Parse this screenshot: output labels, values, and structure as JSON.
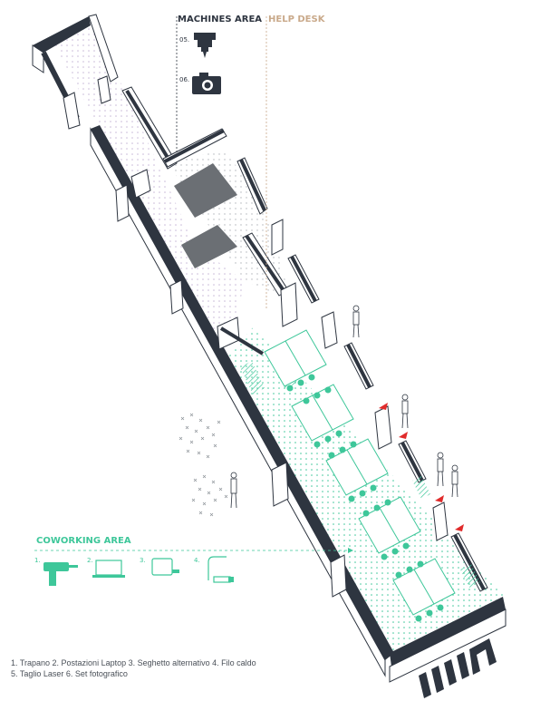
{
  "labels": {
    "machines_area": "MACHINES AREA",
    "help_desk": "HELP DESK",
    "coworking_area": "COWORKING AREA"
  },
  "machines_icons": [
    {
      "number": "05.",
      "icon": "laser-cutter-icon"
    },
    {
      "number": "06.",
      "icon": "camera-icon"
    }
  ],
  "coworking_icons": [
    {
      "number": "1.",
      "icon": "drill-icon"
    },
    {
      "number": "2.",
      "icon": "laptop-icon"
    },
    {
      "number": "3.",
      "icon": "jigsaw-icon"
    },
    {
      "number": "4.",
      "icon": "hot-wire-icon"
    }
  ],
  "legend": {
    "line1": "1. Trapano 2. Postazioni Laptop 3. Seghetto alternativo 4. Filo caldo",
    "line2": "5. Taglio Laser 6. Set fotografico"
  },
  "colors": {
    "wall": "#2e3540",
    "green": "#3ec79a",
    "help_desk": "#c9a98a",
    "machine_pad": "#6b6f74",
    "arrow": "#e02b2b",
    "purple_dots": "#c8b8d8"
  }
}
